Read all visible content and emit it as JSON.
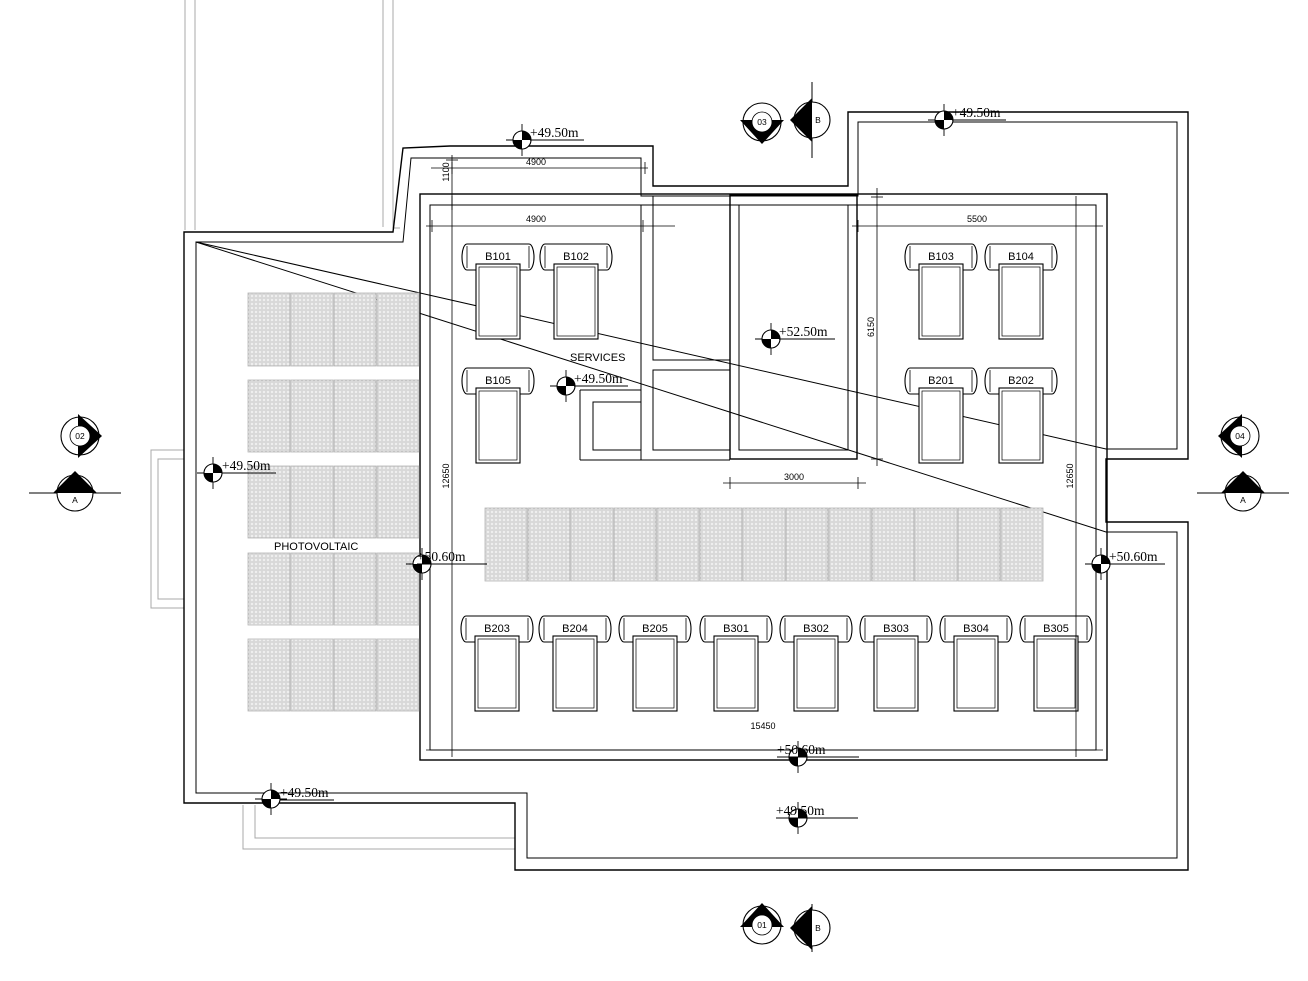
{
  "labels": {
    "services": "SERVICES",
    "photovoltaic": "PHOTOVOLTAIC"
  },
  "dimensions": {
    "d1100": "1100",
    "d4900_top": "4900",
    "d4900": "4900",
    "d5500": "5500",
    "d6150": "6150",
    "d3000": "3000",
    "d12650_left": "12650",
    "d12650_right": "12650",
    "d15450": "15450"
  },
  "levels": {
    "top_left": "+49.50m",
    "top_right": "+49.50m",
    "services": "+49.50m",
    "shaft": "+52.50m",
    "left": "+49.50m",
    "west_edge": "+50.60m",
    "east_edge": "+50.60m",
    "south_edge": "+50.60m",
    "bottom_left": "+49.50m",
    "bottom_center": "+49.50m"
  },
  "units_top": [
    "B101",
    "B102",
    "B103",
    "B104"
  ],
  "units_mid": [
    "B105",
    "B201",
    "B202"
  ],
  "units_bottom": [
    "B203",
    "B204",
    "B205",
    "B301",
    "B302",
    "B303",
    "B304",
    "B305"
  ],
  "markers": {
    "elev_03": "03",
    "sec_b_top": "B",
    "elev_02": "02",
    "sec_a_left": "A",
    "elev_04": "04",
    "sec_a_right": "A",
    "elev_01": "01",
    "sec_b_bottom": "B"
  },
  "colors": {
    "line": "#000000",
    "light_line": "#a8a8a8",
    "panel_fill": "#e6e6e6"
  }
}
